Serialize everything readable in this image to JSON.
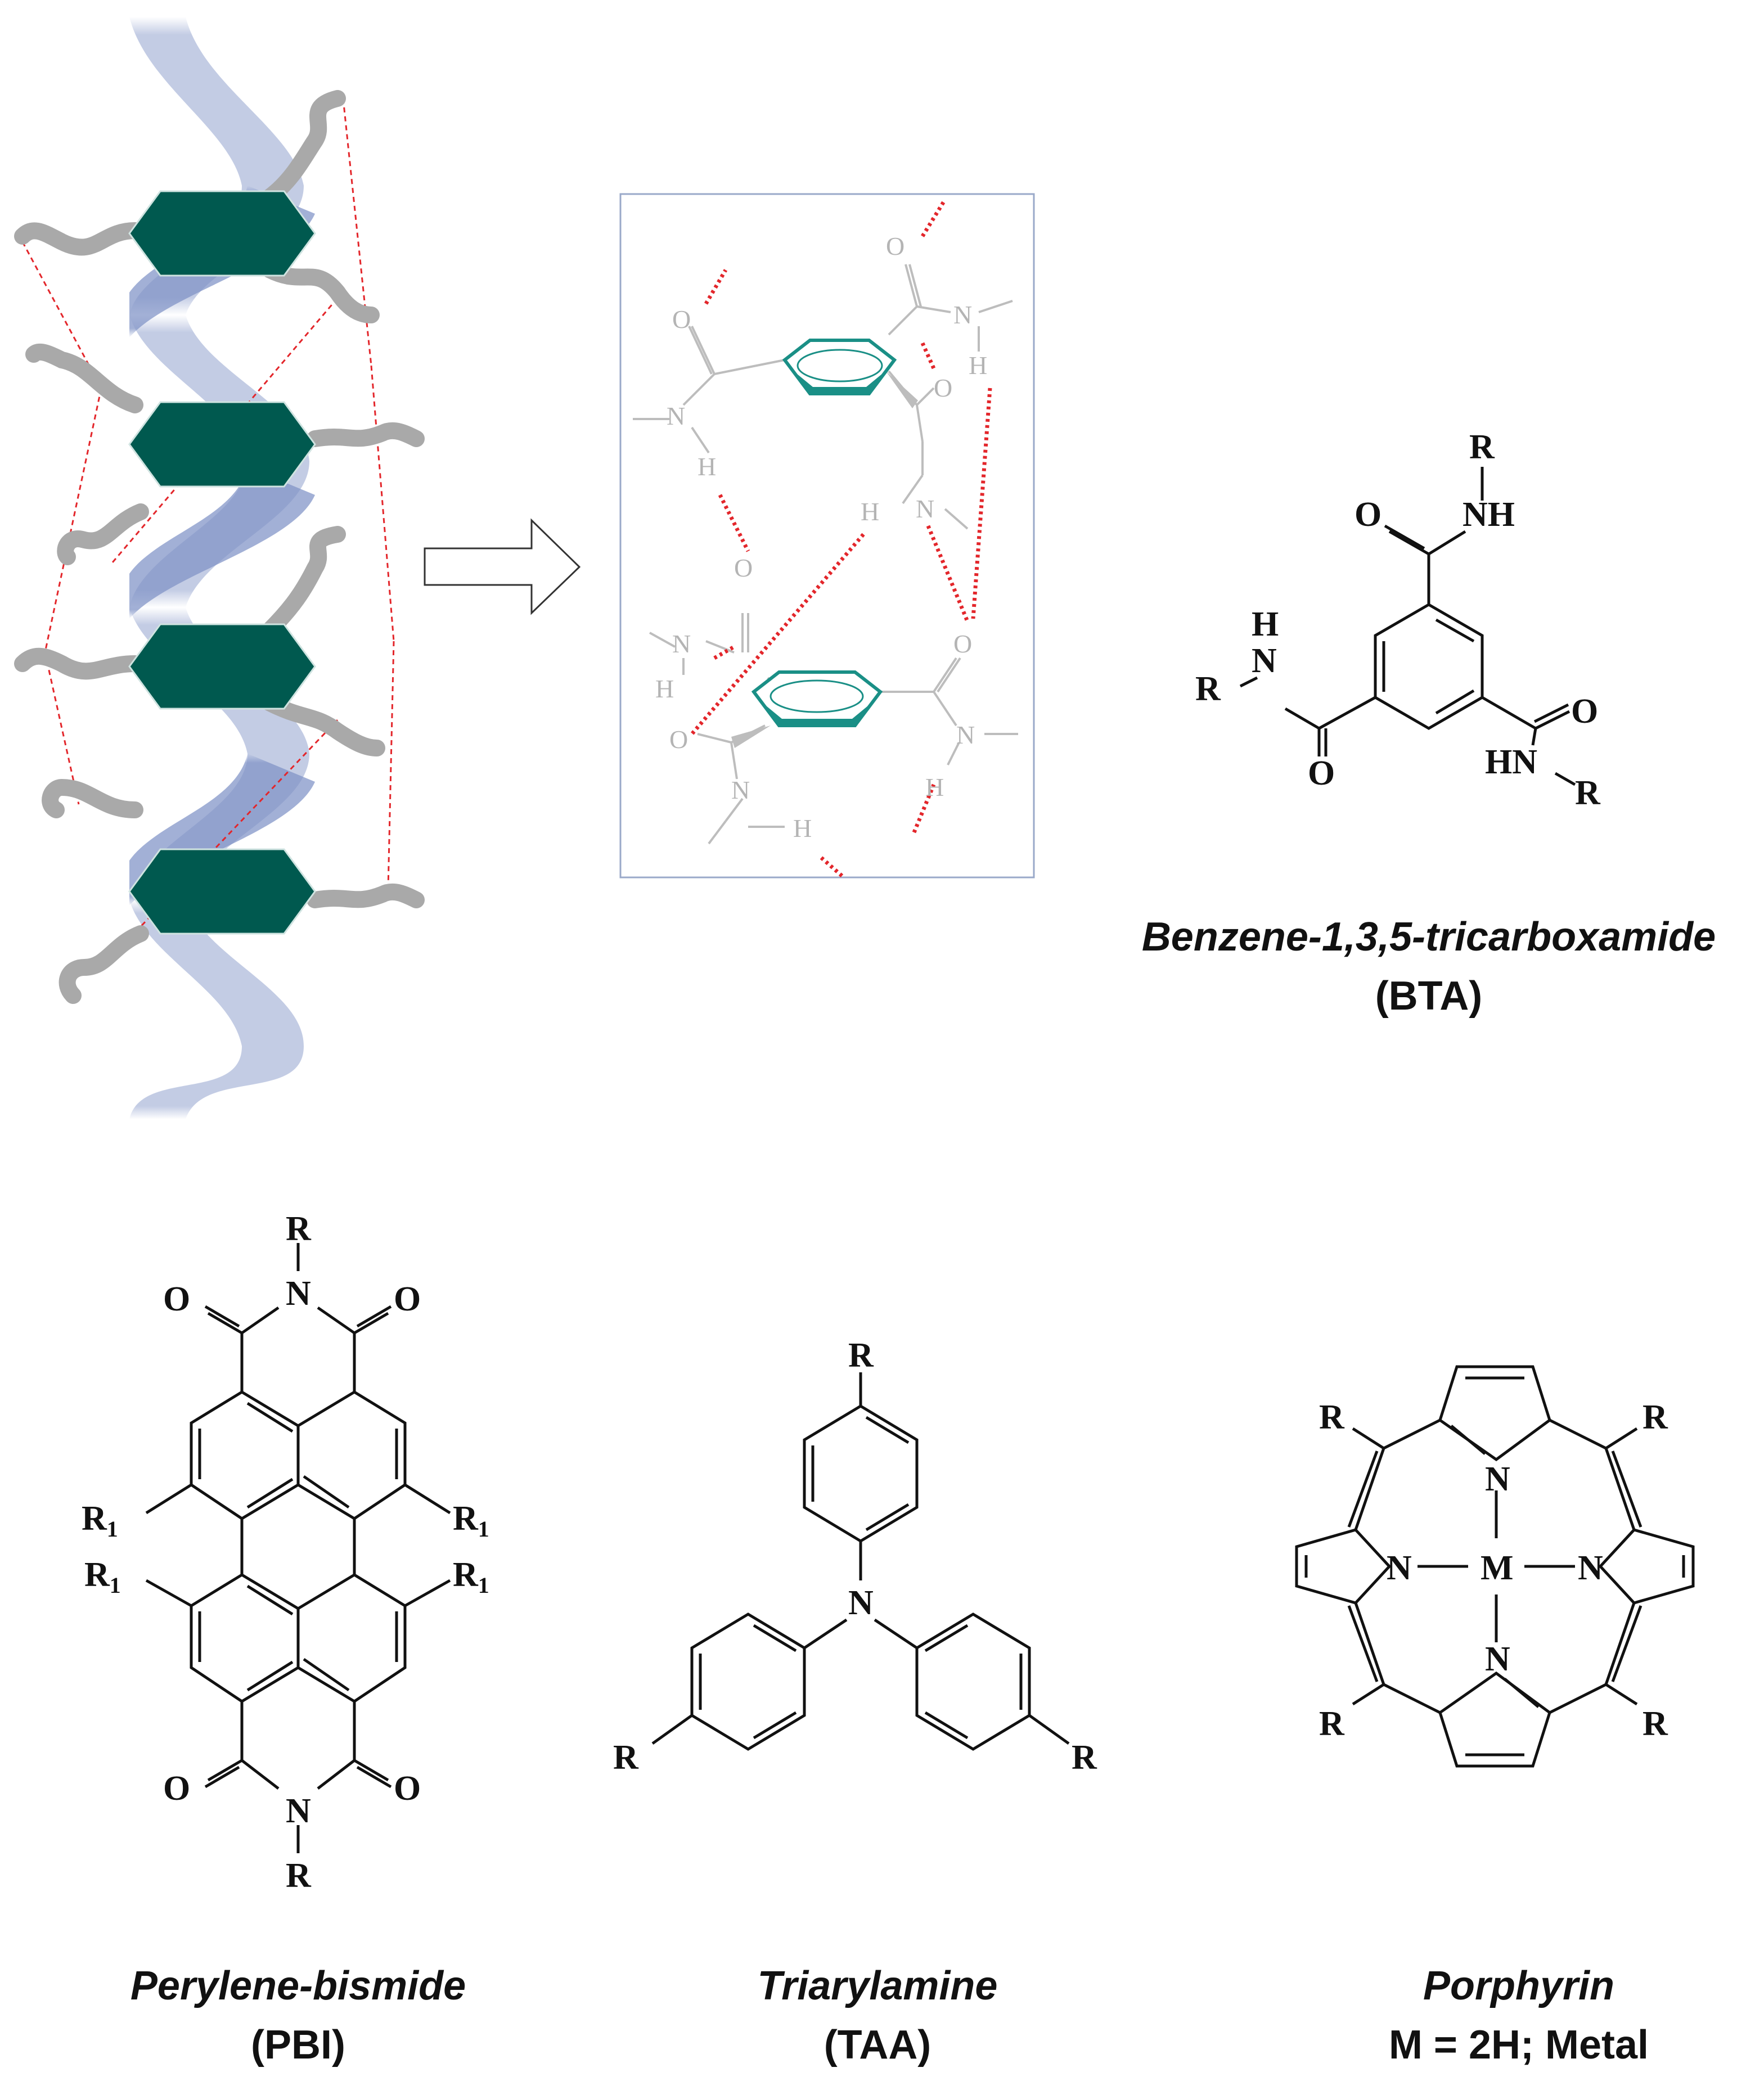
{
  "colors": {
    "helix": "#8f9fcf",
    "core": "#00594f",
    "chain": "#a9a9a9",
    "hbond": "#e3262b",
    "bond": "#111111",
    "inset_bond": "#bdbdbd",
    "inset_ring": "#1a8f86",
    "inset_border": "#9aa9c9"
  },
  "icons": {
    "arrow": "right-arrow-icon"
  },
  "inset": {
    "atoms": {
      "o": "O",
      "n": "N",
      "h": "H"
    }
  },
  "bta": {
    "atoms": {
      "r": "R",
      "o": "O",
      "nh": "NH",
      "hn": "HN",
      "n": "N",
      "h": "H"
    },
    "name": "Benzene-1,3,5-tricarboxamide",
    "abbr": "(BTA)"
  },
  "pbi": {
    "atoms": {
      "r": "R",
      "o": "O",
      "n": "N",
      "r1": "R",
      "sub": "1"
    },
    "name": "Perylene-bismide",
    "abbr": "(PBI)"
  },
  "taa": {
    "atoms": {
      "r": "R",
      "n": "N"
    },
    "name": "Triarylamine",
    "abbr": "(TAA)"
  },
  "porphyrin": {
    "atoms": {
      "r": "R",
      "n": "N",
      "m": "M"
    },
    "name": "Porphyrin",
    "abbr": "M = 2H; Metal"
  }
}
